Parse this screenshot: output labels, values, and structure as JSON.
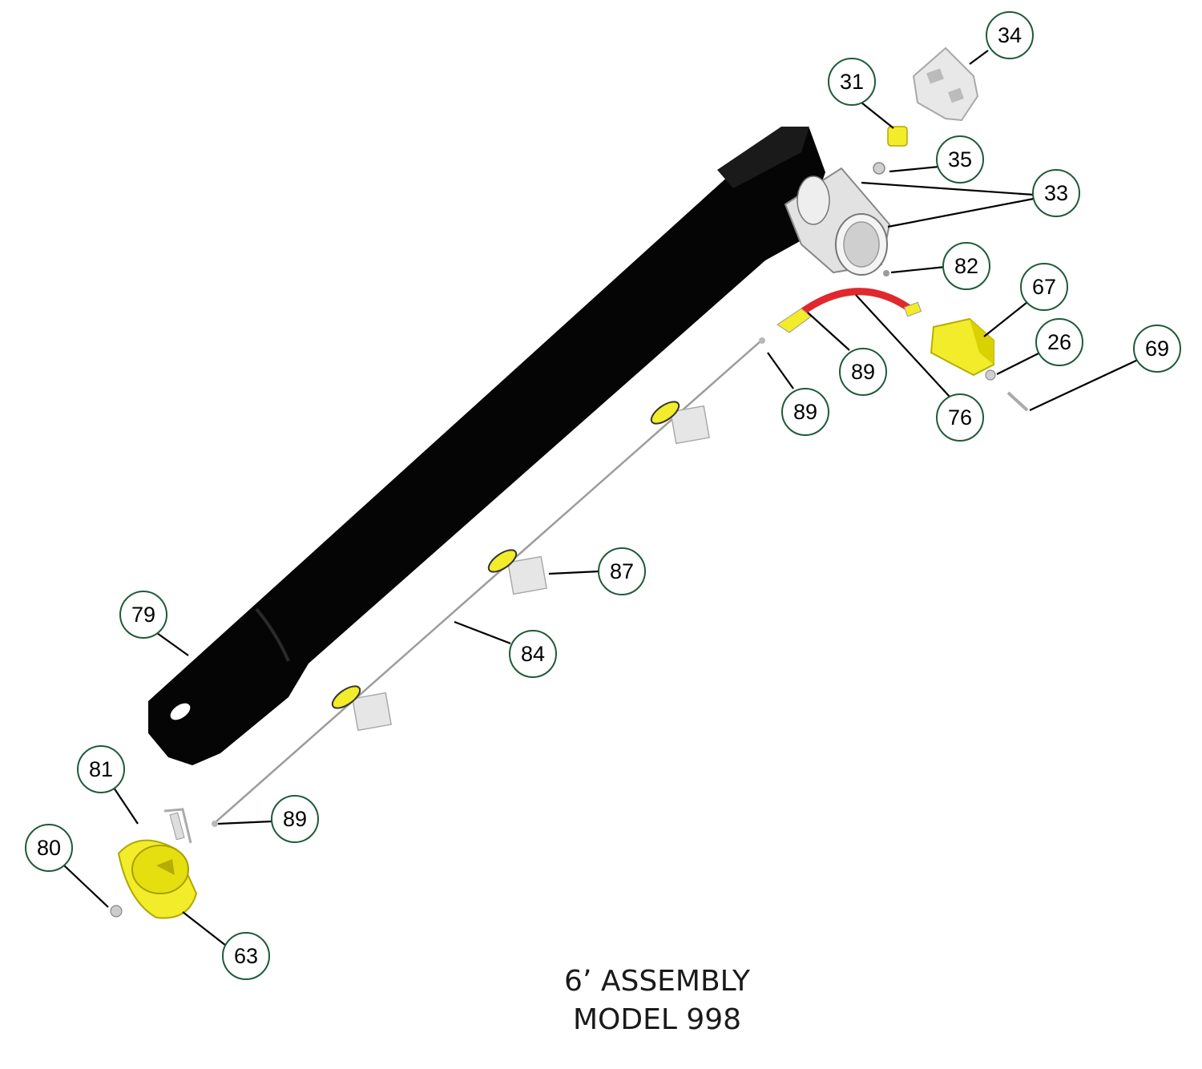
{
  "title": {
    "line1": "6’ ASSEMBLY",
    "line2": "MODEL 998"
  },
  "colors": {
    "tube": "#050505",
    "yellow_part": "#f2ec2a",
    "red_hose": "#e0282e",
    "callout_ring": "#1f5a3a",
    "metal": "#d8d8d8"
  },
  "callouts": [
    {
      "id": "c34",
      "label": "34"
    },
    {
      "id": "c31",
      "label": "31"
    },
    {
      "id": "c35",
      "label": "35"
    },
    {
      "id": "c33",
      "label": "33"
    },
    {
      "id": "c82",
      "label": "82"
    },
    {
      "id": "c67",
      "label": "67"
    },
    {
      "id": "c26",
      "label": "26"
    },
    {
      "id": "c69",
      "label": "69"
    },
    {
      "id": "c89a",
      "label": "89"
    },
    {
      "id": "c76",
      "label": "76"
    },
    {
      "id": "c89b",
      "label": "89"
    },
    {
      "id": "c87",
      "label": "87"
    },
    {
      "id": "c79",
      "label": "79"
    },
    {
      "id": "c84",
      "label": "84"
    },
    {
      "id": "c81",
      "label": "81"
    },
    {
      "id": "c89c",
      "label": "89"
    },
    {
      "id": "c80",
      "label": "80"
    },
    {
      "id": "c63",
      "label": "63"
    }
  ]
}
